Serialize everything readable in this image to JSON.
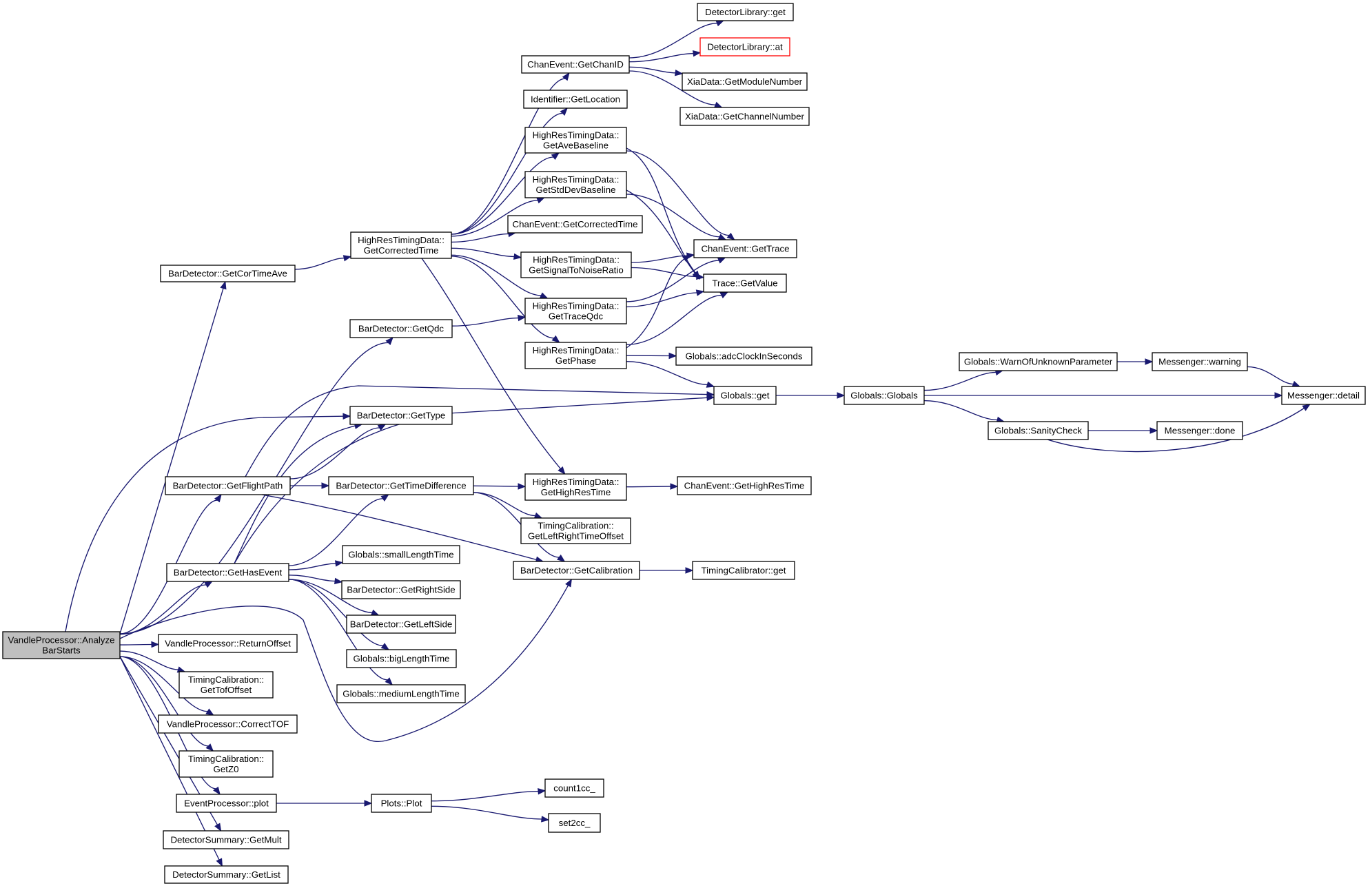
{
  "diagram": {
    "kind": "call-graph",
    "colors": {
      "edge": "#191970",
      "root_fill": "#bfbfbf",
      "node_border": "#000000",
      "missing_border": "#ff0000"
    },
    "nodes": [
      {
        "id": "root",
        "lines": [
          "VandleProcessor::Analyze",
          "BarStarts"
        ],
        "style": "root"
      },
      {
        "id": "getcortimeave",
        "lines": [
          "BarDetector::GetCorTimeAve"
        ]
      },
      {
        "id": "hrt_getcorrectedtime",
        "lines": [
          "HighResTimingData::",
          "GetCorrectedTime"
        ]
      },
      {
        "id": "ce_getchanid",
        "lines": [
          "ChanEvent::GetChanID"
        ]
      },
      {
        "id": "dl_get",
        "lines": [
          "DetectorLibrary::get"
        ]
      },
      {
        "id": "dl_at",
        "lines": [
          "DetectorLibrary::at"
        ],
        "style": "missing"
      },
      {
        "id": "xia_getmodulenumber",
        "lines": [
          "XiaData::GetModuleNumber"
        ]
      },
      {
        "id": "xia_getchannelnumber",
        "lines": [
          "XiaData::GetChannelNumber"
        ]
      },
      {
        "id": "id_getlocation",
        "lines": [
          "Identifier::GetLocation"
        ]
      },
      {
        "id": "hrt_getavebaseline",
        "lines": [
          "HighResTimingData::",
          "GetAveBaseline"
        ]
      },
      {
        "id": "hrt_getstddevbaseline",
        "lines": [
          "HighResTimingData::",
          "GetStdDevBaseline"
        ]
      },
      {
        "id": "ce_getcorrectedtime",
        "lines": [
          "ChanEvent::GetCorrectedTime"
        ]
      },
      {
        "id": "ce_gettrace",
        "lines": [
          "ChanEvent::GetTrace"
        ]
      },
      {
        "id": "hrt_getsnr",
        "lines": [
          "HighResTimingData::",
          "GetSignalToNoiseRatio"
        ]
      },
      {
        "id": "trace_getvalue",
        "lines": [
          "Trace::GetValue"
        ]
      },
      {
        "id": "hrt_gettraceqdc",
        "lines": [
          "HighResTimingData::",
          "GetTraceQdc"
        ]
      },
      {
        "id": "bd_getqdc",
        "lines": [
          "BarDetector::GetQdc"
        ]
      },
      {
        "id": "hrt_getphase",
        "lines": [
          "HighResTimingData::",
          "GetPhase"
        ]
      },
      {
        "id": "g_adcclock",
        "lines": [
          "Globals::adcClockInSeconds"
        ]
      },
      {
        "id": "g_get",
        "lines": [
          "Globals::get"
        ]
      },
      {
        "id": "g_globals",
        "lines": [
          "Globals::Globals"
        ]
      },
      {
        "id": "g_warn",
        "lines": [
          "Globals::WarnOfUnknownParameter"
        ]
      },
      {
        "id": "m_warning",
        "lines": [
          "Messenger::warning"
        ]
      },
      {
        "id": "m_detail",
        "lines": [
          "Messenger::detail"
        ]
      },
      {
        "id": "g_sanity",
        "lines": [
          "Globals::SanityCheck"
        ]
      },
      {
        "id": "m_done",
        "lines": [
          "Messenger::done"
        ]
      },
      {
        "id": "bd_gettype",
        "lines": [
          "BarDetector::GetType"
        ]
      },
      {
        "id": "bd_getflightpath",
        "lines": [
          "BarDetector::GetFlightPath"
        ]
      },
      {
        "id": "bd_gettimedifference",
        "lines": [
          "BarDetector::GetTimeDifference"
        ]
      },
      {
        "id": "hrt_gethighrestime",
        "lines": [
          "HighResTimingData::",
          "GetHighResTime"
        ]
      },
      {
        "id": "ce_gethighrestime",
        "lines": [
          "ChanEvent::GetHighResTime"
        ]
      },
      {
        "id": "tc_getleftright",
        "lines": [
          "TimingCalibration::",
          "GetLeftRightTimeOffset"
        ]
      },
      {
        "id": "g_smalllength",
        "lines": [
          "Globals::smallLengthTime"
        ]
      },
      {
        "id": "bd_gethasevent",
        "lines": [
          "BarDetector::GetHasEvent"
        ]
      },
      {
        "id": "bd_getcalibration",
        "lines": [
          "BarDetector::GetCalibration"
        ]
      },
      {
        "id": "tcal_get",
        "lines": [
          "TimingCalibrator::get"
        ]
      },
      {
        "id": "bd_getrightside",
        "lines": [
          "BarDetector::GetRightSide"
        ]
      },
      {
        "id": "bd_getleftside",
        "lines": [
          "BarDetector::GetLeftSide"
        ]
      },
      {
        "id": "g_biglength",
        "lines": [
          "Globals::bigLengthTime"
        ]
      },
      {
        "id": "g_mediumlength",
        "lines": [
          "Globals::mediumLengthTime"
        ]
      },
      {
        "id": "vp_returnoffset",
        "lines": [
          "VandleProcessor::ReturnOffset"
        ]
      },
      {
        "id": "tc_gettofoffset",
        "lines": [
          "TimingCalibration::",
          "GetTofOffset"
        ]
      },
      {
        "id": "vp_correcttof",
        "lines": [
          "VandleProcessor::CorrectTOF"
        ]
      },
      {
        "id": "tc_getz0",
        "lines": [
          "TimingCalibration::",
          "GetZ0"
        ]
      },
      {
        "id": "ep_plot",
        "lines": [
          "EventProcessor::plot"
        ]
      },
      {
        "id": "plots_plot",
        "lines": [
          "Plots::Plot"
        ]
      },
      {
        "id": "count1cc",
        "lines": [
          "count1cc_"
        ]
      },
      {
        "id": "set2cc",
        "lines": [
          "set2cc_"
        ]
      },
      {
        "id": "ds_getmult",
        "lines": [
          "DetectorSummary::GetMult"
        ]
      },
      {
        "id": "ds_getlist",
        "lines": [
          "DetectorSummary::GetList"
        ]
      }
    ],
    "edges": [
      [
        "root",
        "getcortimeave"
      ],
      [
        "root",
        "bd_getqdc"
      ],
      [
        "root",
        "bd_gettype"
      ],
      [
        "root",
        "bd_getflightpath"
      ],
      [
        "root",
        "bd_gethasevent"
      ],
      [
        "root",
        "bd_getcalibration"
      ],
      [
        "root",
        "vp_returnoffset"
      ],
      [
        "root",
        "tc_gettofoffset"
      ],
      [
        "root",
        "vp_correcttof"
      ],
      [
        "root",
        "tc_getz0"
      ],
      [
        "root",
        "ep_plot"
      ],
      [
        "root",
        "ds_getmult"
      ],
      [
        "root",
        "ds_getlist"
      ],
      [
        "getcortimeave",
        "hrt_getcorrectedtime"
      ],
      [
        "hrt_getcorrectedtime",
        "ce_getchanid"
      ],
      [
        "hrt_getcorrectedtime",
        "id_getlocation"
      ],
      [
        "hrt_getcorrectedtime",
        "hrt_getavebaseline"
      ],
      [
        "hrt_getcorrectedtime",
        "hrt_getstddevbaseline"
      ],
      [
        "hrt_getcorrectedtime",
        "ce_getcorrectedtime"
      ],
      [
        "hrt_getcorrectedtime",
        "hrt_getsnr"
      ],
      [
        "hrt_getcorrectedtime",
        "hrt_gettraceqdc"
      ],
      [
        "hrt_getcorrectedtime",
        "hrt_getphase"
      ],
      [
        "hrt_getcorrectedtime",
        "hrt_gethighrestime"
      ],
      [
        "ce_getchanid",
        "dl_get"
      ],
      [
        "ce_getchanid",
        "dl_at"
      ],
      [
        "ce_getchanid",
        "xia_getmodulenumber"
      ],
      [
        "ce_getchanid",
        "xia_getchannelnumber"
      ],
      [
        "hrt_getavebaseline",
        "ce_gettrace"
      ],
      [
        "hrt_getavebaseline",
        "trace_getvalue"
      ],
      [
        "hrt_getstddevbaseline",
        "ce_gettrace"
      ],
      [
        "hrt_getstddevbaseline",
        "trace_getvalue"
      ],
      [
        "hrt_getsnr",
        "ce_gettrace"
      ],
      [
        "hrt_getsnr",
        "trace_getvalue"
      ],
      [
        "hrt_gettraceqdc",
        "ce_gettrace"
      ],
      [
        "hrt_gettraceqdc",
        "trace_getvalue"
      ],
      [
        "bd_getqdc",
        "hrt_gettraceqdc"
      ],
      [
        "hrt_getphase",
        "ce_gettrace"
      ],
      [
        "hrt_getphase",
        "trace_getvalue"
      ],
      [
        "hrt_getphase",
        "g_adcclock"
      ],
      [
        "hrt_getphase",
        "g_get"
      ],
      [
        "g_get",
        "g_globals"
      ],
      [
        "g_globals",
        "g_warn"
      ],
      [
        "g_globals",
        "m_detail"
      ],
      [
        "g_globals",
        "g_sanity"
      ],
      [
        "g_warn",
        "m_warning"
      ],
      [
        "m_warning",
        "m_detail"
      ],
      [
        "g_sanity",
        "m_done"
      ],
      [
        "g_sanity",
        "m_detail"
      ],
      [
        "bd_getflightpath",
        "bd_gettype"
      ],
      [
        "bd_getflightpath",
        "g_get"
      ],
      [
        "bd_getflightpath",
        "bd_gettimedifference"
      ],
      [
        "bd_getflightpath",
        "bd_getcalibration"
      ],
      [
        "bd_gettimedifference",
        "hrt_gethighrestime"
      ],
      [
        "bd_gettimedifference",
        "tc_getleftright"
      ],
      [
        "bd_gettimedifference",
        "bd_getcalibration"
      ],
      [
        "hrt_gethighrestime",
        "ce_gethighrestime"
      ],
      [
        "bd_gethasevent",
        "bd_gettype"
      ],
      [
        "bd_gethasevent",
        "g_get"
      ],
      [
        "bd_gethasevent",
        "bd_gettimedifference"
      ],
      [
        "bd_gethasevent",
        "g_smalllength"
      ],
      [
        "bd_gethasevent",
        "bd_getrightside"
      ],
      [
        "bd_gethasevent",
        "bd_getleftside"
      ],
      [
        "bd_gethasevent",
        "g_biglength"
      ],
      [
        "bd_gethasevent",
        "g_mediumlength"
      ],
      [
        "bd_getcalibration",
        "tcal_get"
      ],
      [
        "ep_plot",
        "plots_plot"
      ],
      [
        "plots_plot",
        "count1cc"
      ],
      [
        "plots_plot",
        "set2cc"
      ]
    ]
  }
}
